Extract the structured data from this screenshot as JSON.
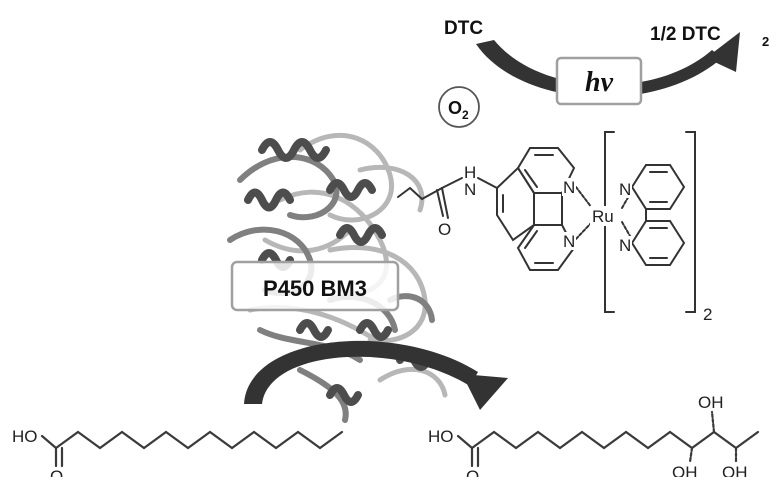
{
  "scheme": {
    "top_cycle": {
      "reactant": "DTC",
      "product_prefix": "1/2 DTC",
      "product_subscript": "2",
      "light_label": "hv"
    },
    "oxygen": {
      "symbol": "O",
      "subscript": "2"
    },
    "photosensitizer": {
      "amide_nh": "H",
      "amide_n": "N",
      "carbonyl_o": "O",
      "metal": "Ru",
      "nitrogen": "N",
      "bipyridine_count": "2"
    },
    "enzyme": {
      "name": "P450 BM3"
    },
    "substrate": {
      "acid_label": "HO",
      "carbonyl_o": "O"
    },
    "product": {
      "acid_label": "HO",
      "carbonyl_o": "O",
      "hydroxyl_labels": [
        "OH",
        "OH",
        "OH"
      ]
    },
    "colors": {
      "arrow": "#333333",
      "badge_border": "#a0a0a0",
      "protein_dark": "#444444",
      "protein_mid": "#7a7a7a",
      "protein_light": "#b4b4b4"
    }
  }
}
